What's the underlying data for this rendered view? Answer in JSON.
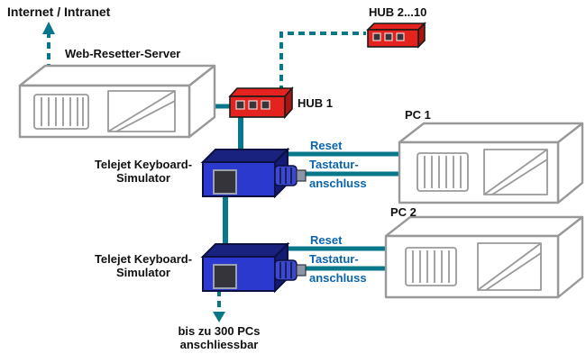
{
  "colors": {
    "line_teal": "#077789",
    "label_blue": "#0a64ad",
    "hub_red": "#e5231e",
    "hub_red_dark": "#a81410",
    "sim_blue": "#2b39cf",
    "sim_blue_dark": "#19227f",
    "sketch_gray": "#999999",
    "text_black": "#111111"
  },
  "labels": {
    "internet": "Internet / Intranet",
    "server": "Web-Resetter-Server",
    "hub1": "HUB 1",
    "hub2": "HUB 2...10",
    "pc1": "PC 1",
    "pc2": "PC 2",
    "simulator_line1": "Telejet Keyboard-",
    "simulator_line2": "Simulator",
    "reset": "Reset",
    "tastatur_line1": "Tastatur-",
    "tastatur_line2": "anschluss",
    "bottom_line1": "bis zu 300 PCs",
    "bottom_line2": "anschliessbar"
  }
}
